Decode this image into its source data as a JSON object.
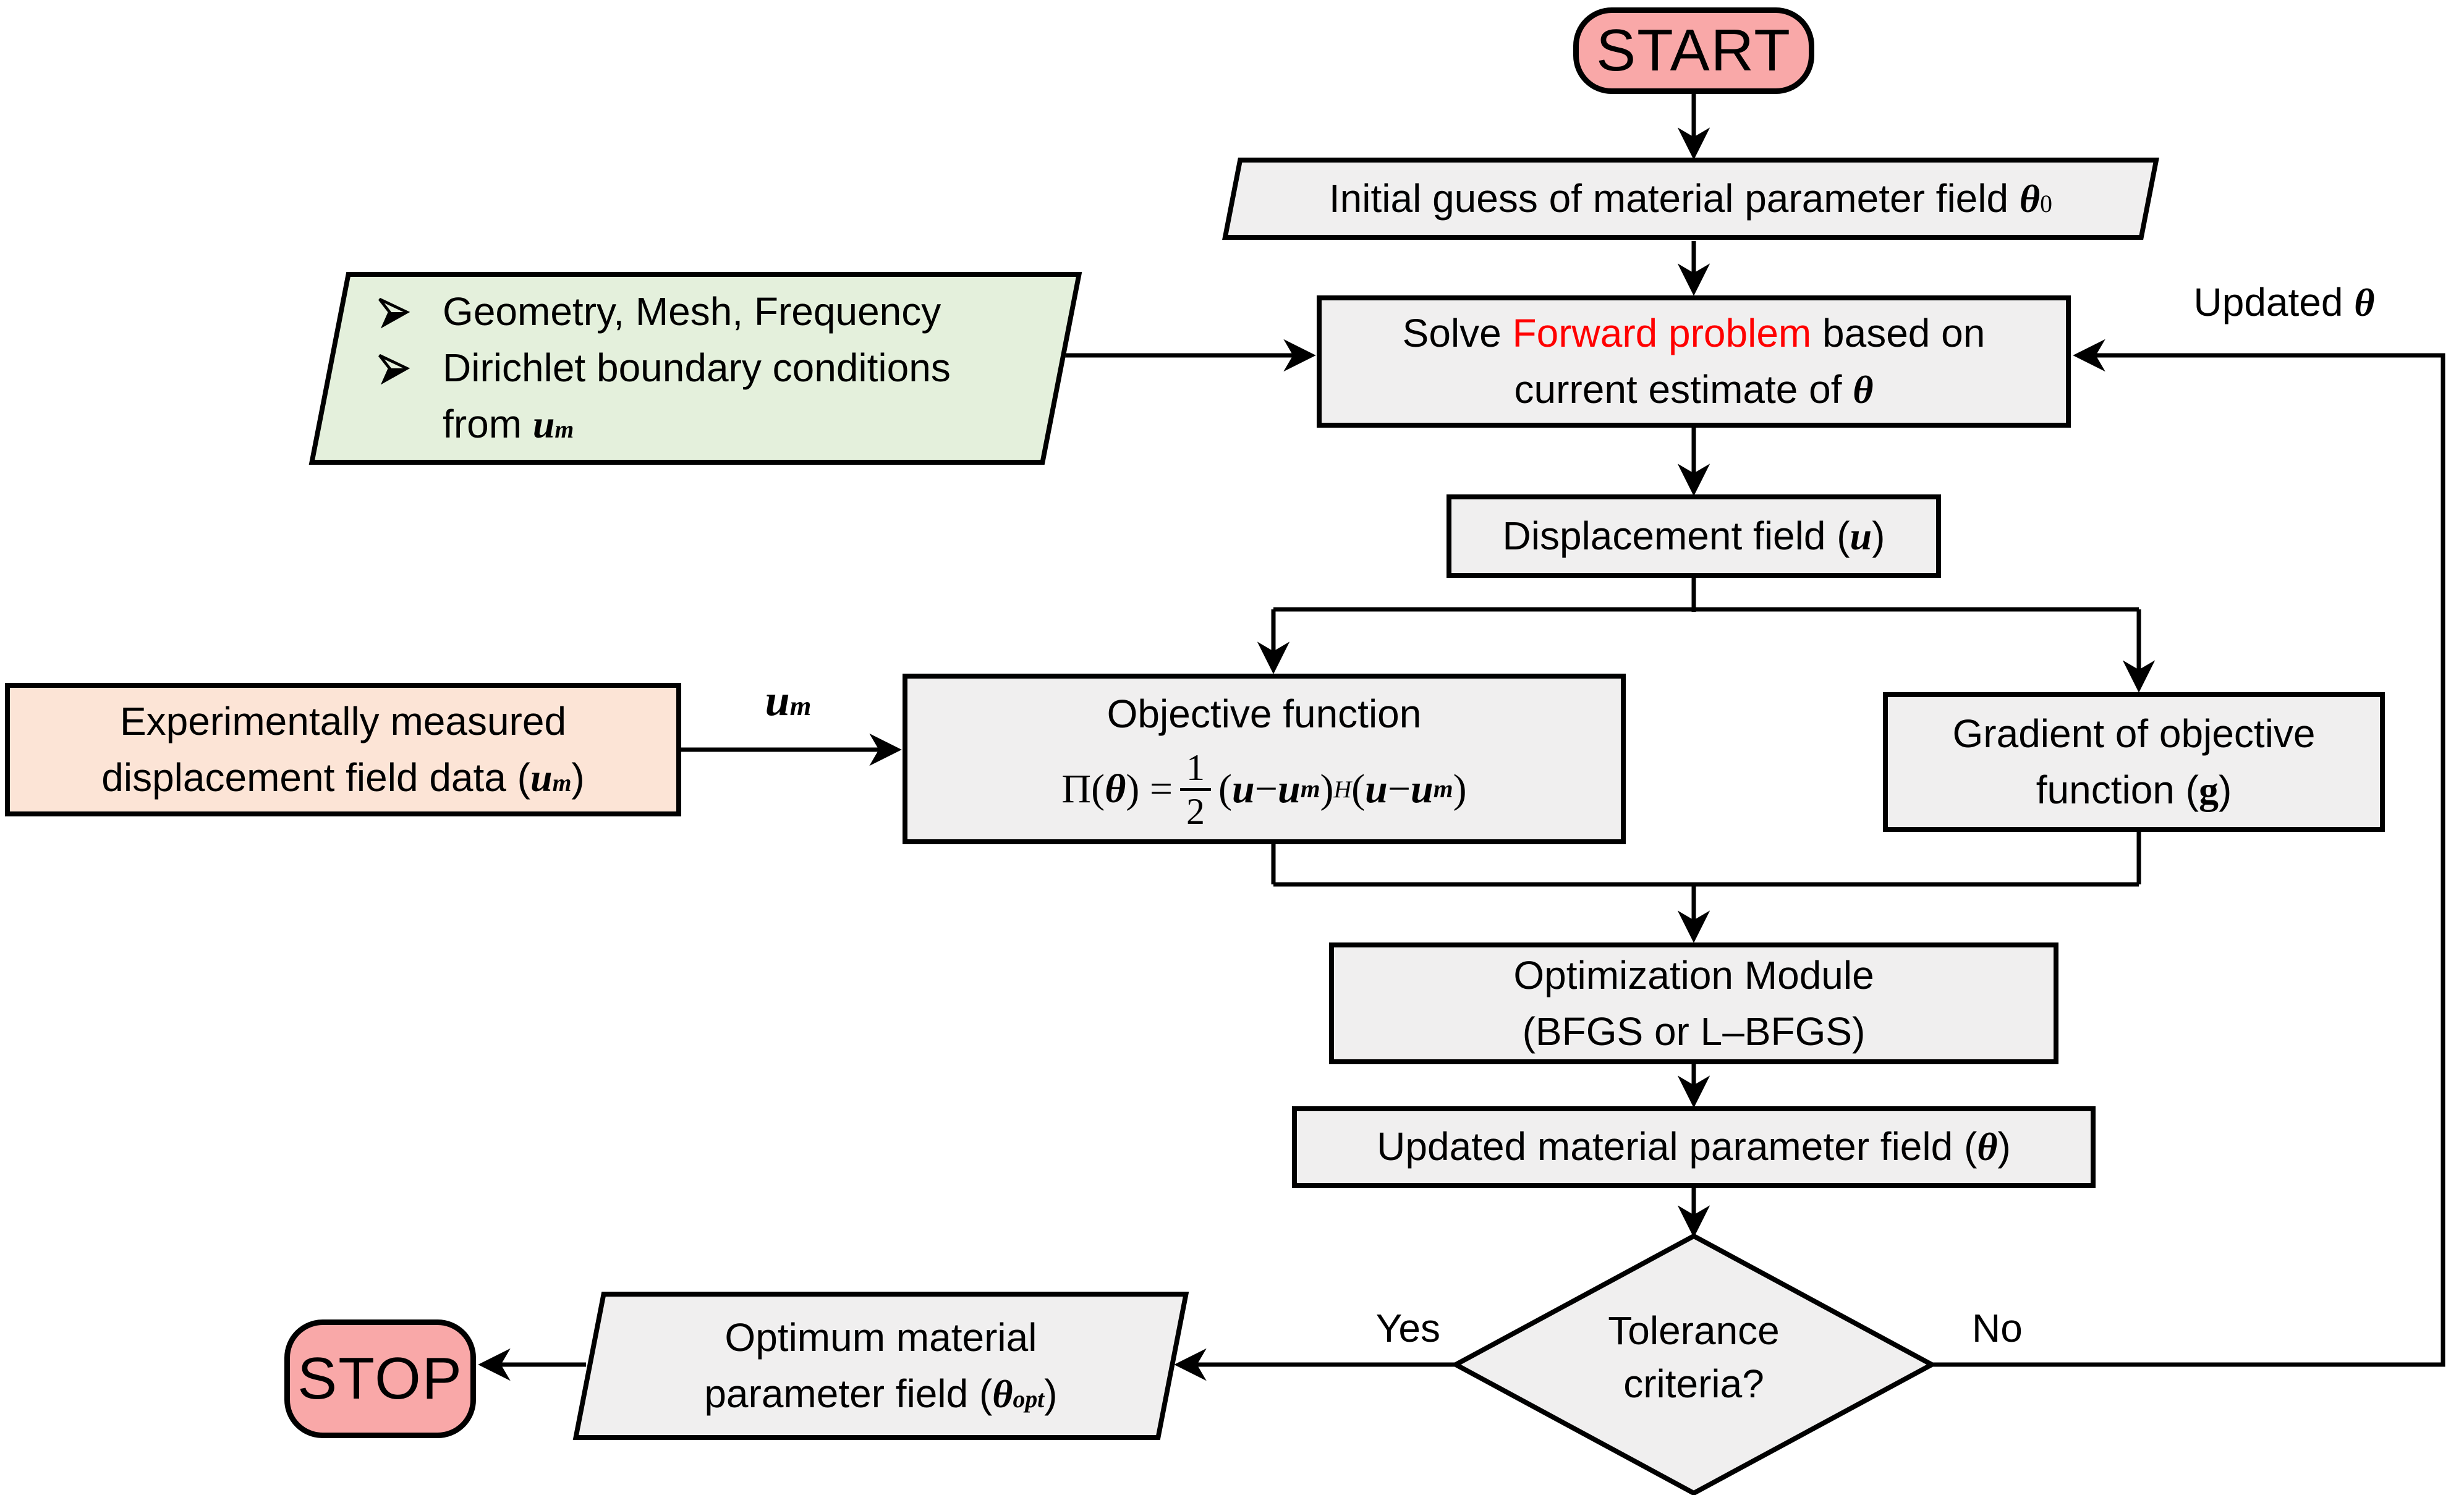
{
  "diagram": {
    "start_label": "START",
    "stop_label": "STOP",
    "initial_guess": {
      "text": "Initial guess of material parameter field ",
      "theta": "θ",
      "sub": "0"
    },
    "inputs": {
      "item1": "Geometry, Mesh, Frequency",
      "item2_line1": "Dirichlet boundary conditions",
      "item2_line2": "from ",
      "um": "u",
      "um_sub": "m"
    },
    "solve": {
      "part1": "Solve ",
      "highlight": "Forward problem",
      "part2": " based on",
      "line2": "current estimate of ",
      "theta": "θ"
    },
    "updated_theta_label": {
      "text": "Updated ",
      "theta": "θ"
    },
    "displacement": {
      "text": "Displacement field (",
      "u": "u",
      "close": ")"
    },
    "objective": {
      "title": "Objective function",
      "pi": "Π(",
      "theta": "θ",
      "eq": ") =",
      "num": "1",
      "den": "2",
      "open1": "(",
      "u1": "u",
      "minus1": " − ",
      "u1b": "u",
      "sub1": "m",
      "close1": ")",
      "sup": "H",
      "open2": "(",
      "u2": "u",
      "minus2": " − ",
      "u2b": "u",
      "sub2": "m",
      "close2": ")"
    },
    "gradient": {
      "line1": "Gradient of objective",
      "line2": "function (",
      "g": "g",
      "close": ")"
    },
    "experimental": {
      "line1": "Experimentally measured",
      "line2": "displacement field data (",
      "u": "u",
      "sub": "m",
      "close": ")"
    },
    "um_label": {
      "u": "u",
      "sub": "m"
    },
    "optimization": {
      "line1": "Optimization Module",
      "line2": "(BFGS or L–BFGS)"
    },
    "updated_field": {
      "text": "Updated material parameter field (",
      "theta": "θ",
      "close": ")"
    },
    "decision": {
      "line1": "Tolerance",
      "line2": "criteria?"
    },
    "yes_label": "Yes",
    "no_label": "No",
    "optimum": {
      "line1": "Optimum material",
      "line2": "parameter field (",
      "theta": "θ",
      "sub": "opt",
      "close": ")"
    },
    "icons": {
      "bullet": "arrowhead-bullet"
    },
    "colors": {
      "terminal_fill": "#f9a8a8",
      "process_fill": "#f0efef",
      "inputs_fill": "#e4f0dc",
      "data_fill": "#fce4d6",
      "highlight_text": "#ff0000",
      "line": "#000000"
    }
  }
}
